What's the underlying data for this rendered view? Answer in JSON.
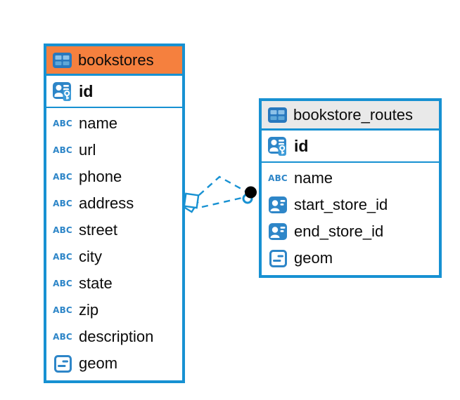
{
  "colors": {
    "table_border": "#1791D2",
    "bookstores_header": "#F5803E",
    "bookstore_routes_header": "#E9E9E9",
    "icon_blue": "#2E86C8",
    "relationship_line": "#1791D2",
    "endpoint_dot": "#000000",
    "text": "#0B0B0B",
    "background": "#FFFFFF"
  },
  "icon_labels": {
    "text_type": "ABC"
  },
  "tables": [
    {
      "name": "bookstores",
      "header_style": "orange",
      "columns": [
        {
          "name": "id",
          "icon": "primary-key"
        },
        {
          "name": "name",
          "icon": "text"
        },
        {
          "name": "url",
          "icon": "text"
        },
        {
          "name": "phone",
          "icon": "text"
        },
        {
          "name": "address",
          "icon": "text"
        },
        {
          "name": "street",
          "icon": "text"
        },
        {
          "name": "city",
          "icon": "text"
        },
        {
          "name": "state",
          "icon": "text"
        },
        {
          "name": "zip",
          "icon": "text"
        },
        {
          "name": "description",
          "icon": "text"
        },
        {
          "name": "geom",
          "icon": "geometry"
        }
      ]
    },
    {
      "name": "bookstore_routes",
      "header_style": "gray",
      "columns": [
        {
          "name": "id",
          "icon": "primary-key"
        },
        {
          "name": "name",
          "icon": "text"
        },
        {
          "name": "start_store_id",
          "icon": "reference"
        },
        {
          "name": "end_store_id",
          "icon": "reference"
        },
        {
          "name": "geom",
          "icon": "geometry"
        }
      ]
    }
  ],
  "relationship": {
    "from_table": "bookstores",
    "to_table": "bookstore_routes",
    "style": "dashed"
  }
}
